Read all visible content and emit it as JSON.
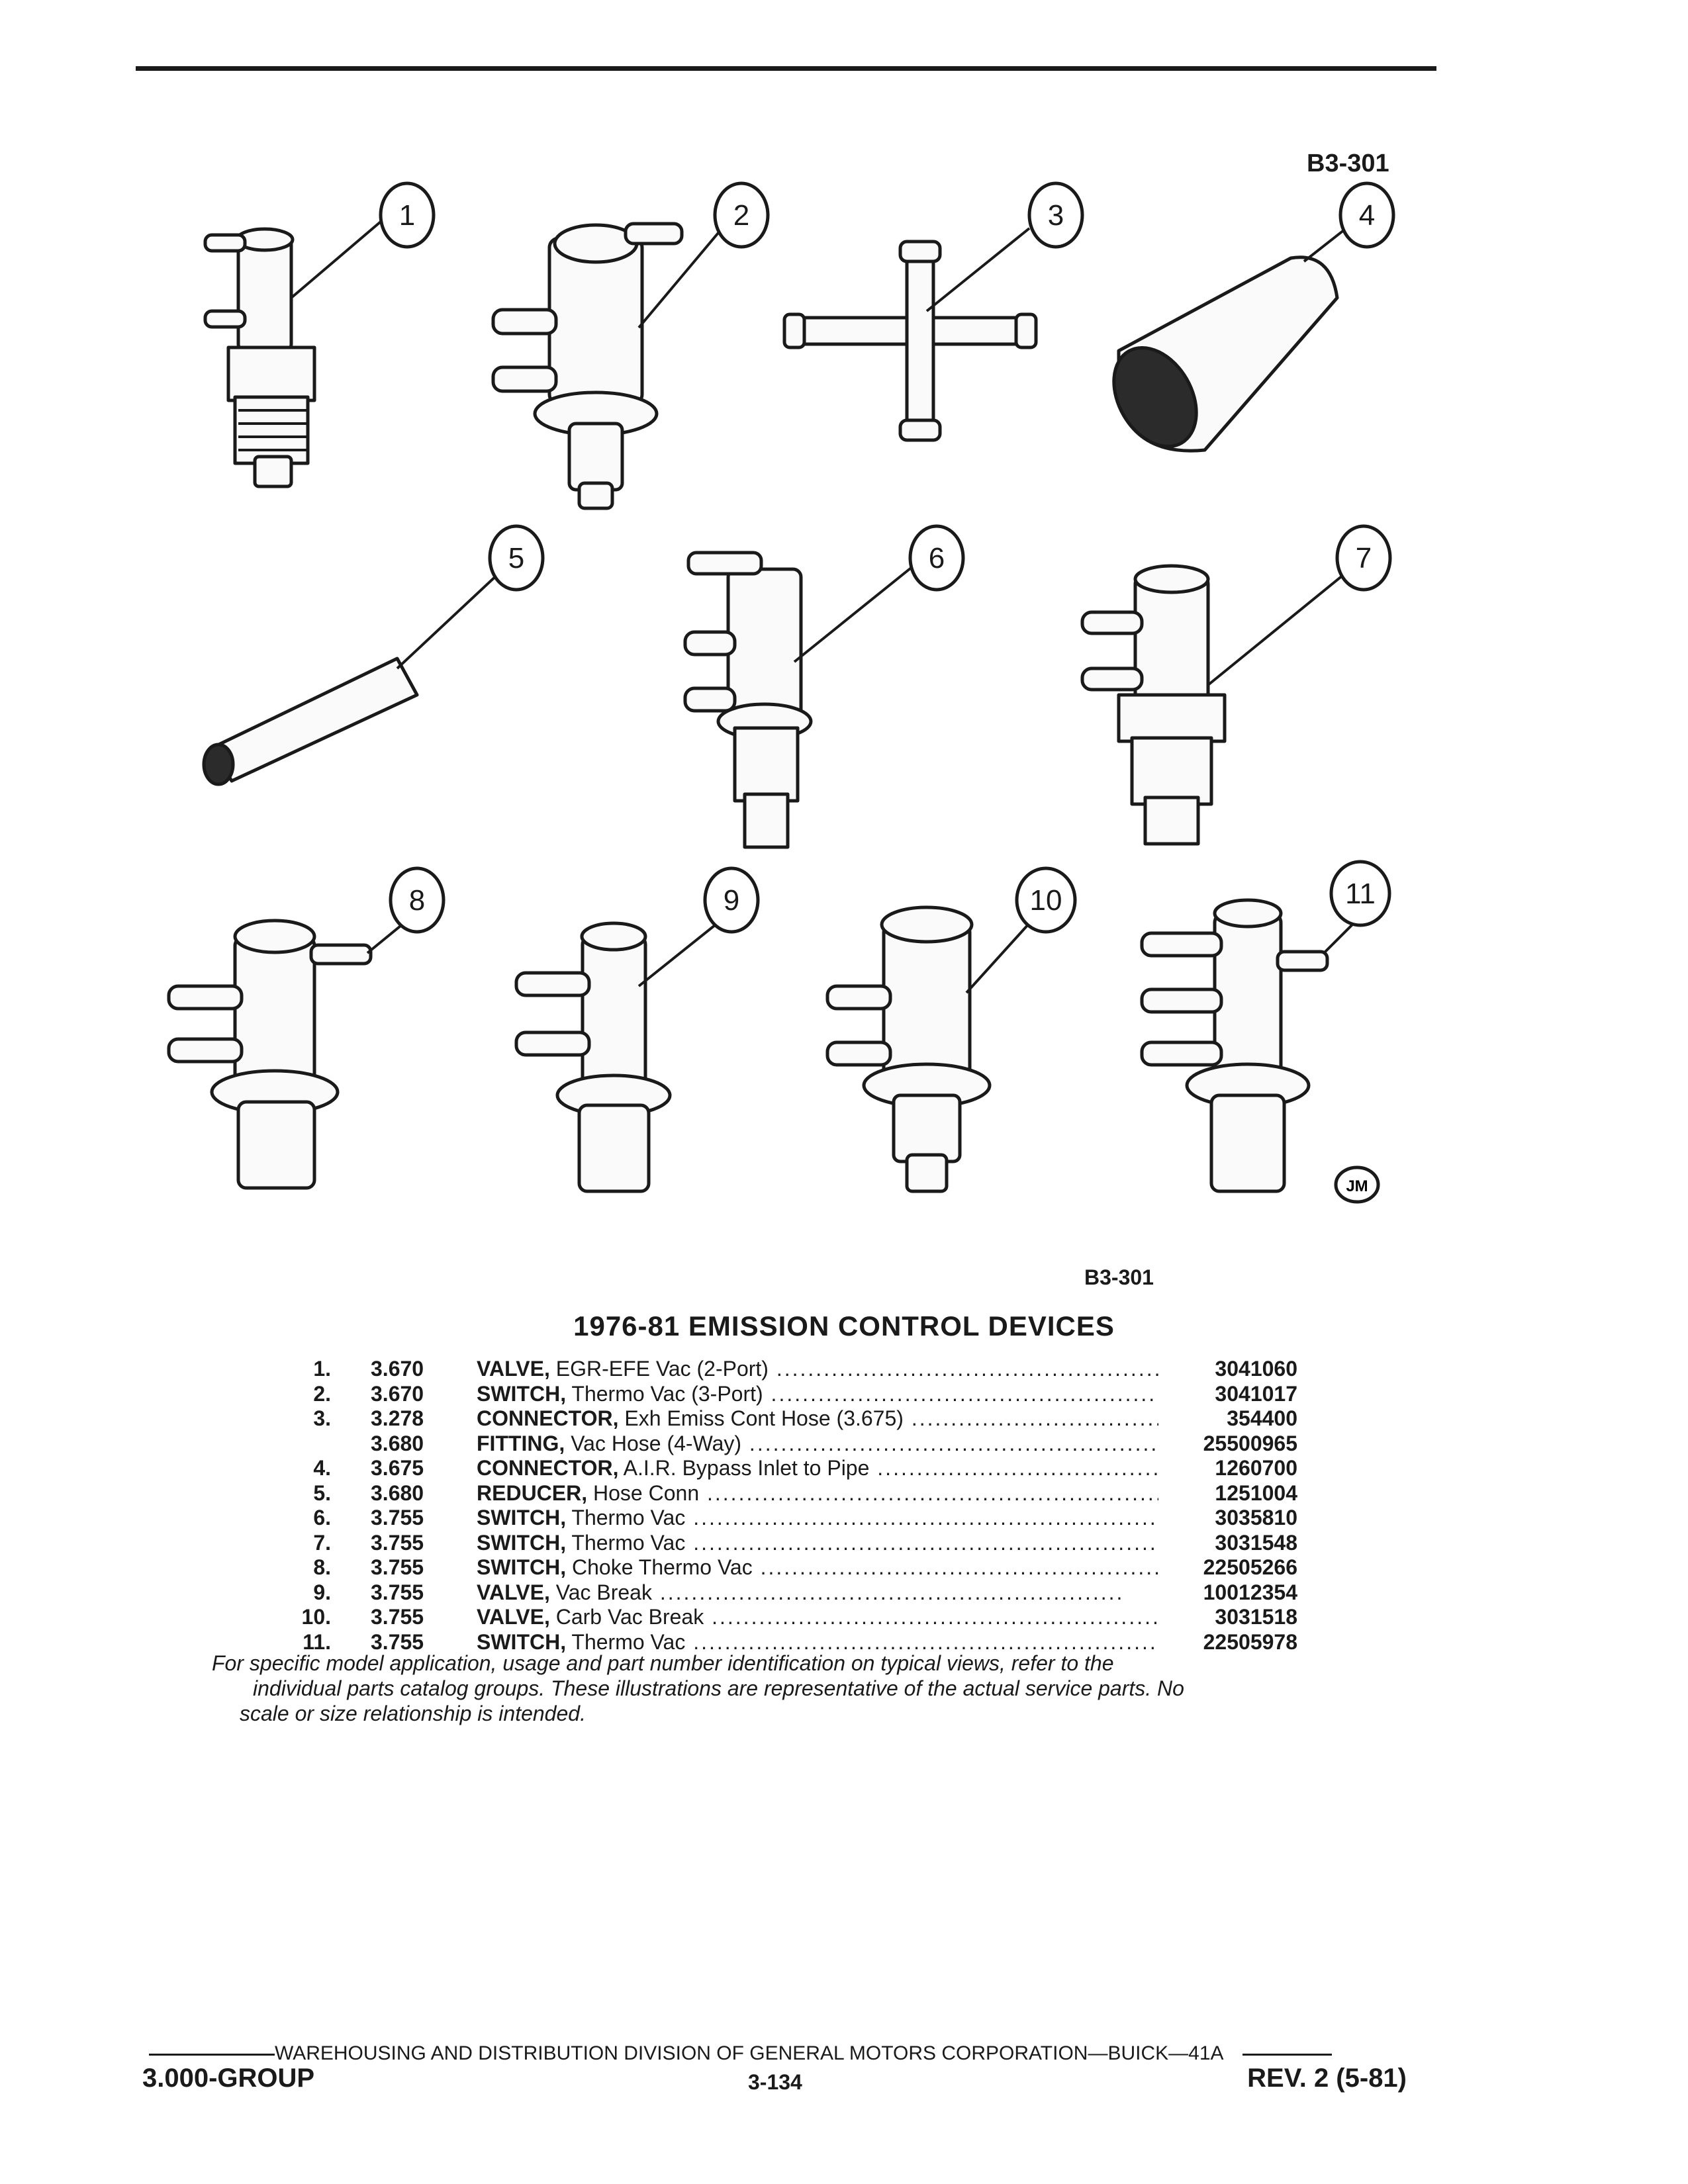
{
  "header": {
    "figure_code_top": "B3-301",
    "figure_code_bottom": "B3-301",
    "artist_mark": "JM"
  },
  "callouts": [
    "1",
    "2",
    "3",
    "4",
    "5",
    "6",
    "7",
    "8",
    "9",
    "10",
    "11"
  ],
  "section_title": "1976-81 EMISSION CONTROL DEVICES",
  "parts": [
    {
      "num": "1.",
      "group": "3.670",
      "name": "VALVE,",
      "desc": "EGR-EFE Vac (2-Port)",
      "part_no": "3041060"
    },
    {
      "num": "2.",
      "group": "3.670",
      "name": "SWITCH,",
      "desc": "Thermo Vac (3-Port)",
      "part_no": "3041017"
    },
    {
      "num": "3.",
      "group": "3.278",
      "name": "CONNECTOR,",
      "desc": "Exh Emiss Cont Hose (3.675)",
      "part_no": "354400"
    },
    {
      "num": "",
      "group": "3.680",
      "name": "FITTING,",
      "desc": "Vac Hose (4-Way)",
      "part_no": "25500965"
    },
    {
      "num": "4.",
      "group": "3.675",
      "name": "CONNECTOR,",
      "desc": "A.I.R. Bypass Inlet to Pipe",
      "part_no": "1260700"
    },
    {
      "num": "5.",
      "group": "3.680",
      "name": "REDUCER,",
      "desc": "Hose Conn",
      "part_no": "1251004"
    },
    {
      "num": "6.",
      "group": "3.755",
      "name": "SWITCH,",
      "desc": "Thermo Vac",
      "part_no": "3035810"
    },
    {
      "num": "7.",
      "group": "3.755",
      "name": "SWITCH,",
      "desc": "Thermo Vac",
      "part_no": "3031548"
    },
    {
      "num": "8.",
      "group": "3.755",
      "name": "SWITCH,",
      "desc": "Choke Thermo Vac",
      "part_no": "22505266"
    },
    {
      "num": "9.",
      "group": "3.755",
      "name": "VALVE,",
      "desc": "Vac Break",
      "part_no": "10012354"
    },
    {
      "num": "10.",
      "group": "3.755",
      "name": "VALVE,",
      "desc": "Carb Vac Break",
      "part_no": "3031518"
    },
    {
      "num": "11.",
      "group": "3.755",
      "name": "SWITCH,",
      "desc": "Thermo Vac",
      "part_no": "22505978"
    }
  ],
  "note": {
    "line1": "For specific model application, usage and part number identification on typical views, refer to the",
    "line2": "individual parts catalog groups. These illustrations are representative of the actual service parts. No",
    "line3": "scale or size relationship is intended."
  },
  "footer": {
    "division_line": "WAREHOUSING AND DISTRIBUTION  DIVISION OF GENERAL MOTORS CORPORATION—BUICK—41A",
    "group": "3.000-GROUP",
    "page": "3-134",
    "revision": "REV. 2 (5-81)"
  }
}
